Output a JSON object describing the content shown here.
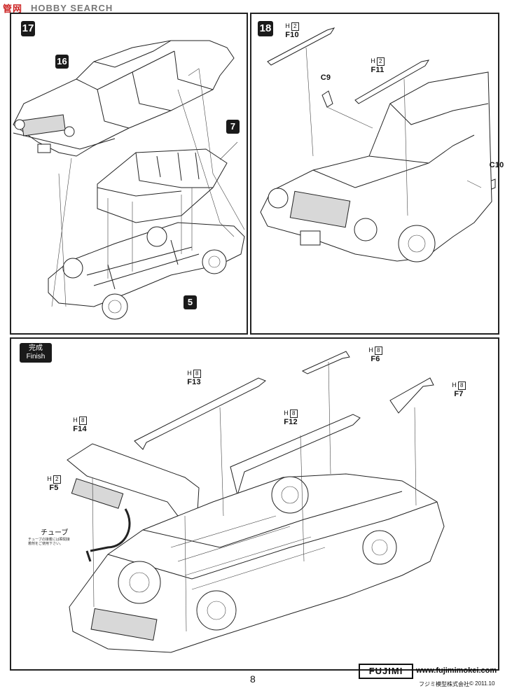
{
  "watermark": {
    "brand": "HOBBY SEARCH",
    "site": "管网"
  },
  "steps": {
    "s17": "17",
    "s16": "16",
    "s7": "7",
    "s5": "5",
    "s18": "18"
  },
  "parts_top": {
    "f10": {
      "h": "H",
      "qty": "2",
      "code": "F10"
    },
    "f11": {
      "h": "H",
      "qty": "2",
      "code": "F11"
    },
    "c9": {
      "code": "C9"
    },
    "c10": {
      "code": "C10"
    }
  },
  "finish": {
    "ja": "完成",
    "en": "Finish"
  },
  "parts_bottom": {
    "f6": {
      "h": "H",
      "qty": "8",
      "code": "F6"
    },
    "f7": {
      "h": "H",
      "qty": "8",
      "code": "F7"
    },
    "f13": {
      "h": "H",
      "qty": "8",
      "code": "F13"
    },
    "f12": {
      "h": "H",
      "qty": "8",
      "code": "F12"
    },
    "f14": {
      "h": "H",
      "qty": "8",
      "code": "F14"
    },
    "f5": {
      "h": "H",
      "qty": "2",
      "code": "F5"
    }
  },
  "tube": {
    "label": "チューブ",
    "note": "チューブの接着には瞬間接着剤をご使用下さい。"
  },
  "footer": {
    "page": "8",
    "logo": "FUJIMI",
    "url": "www.fujimimokei.com",
    "company": "フジミ模型株式会社",
    "copyright": "© 2011.10"
  }
}
